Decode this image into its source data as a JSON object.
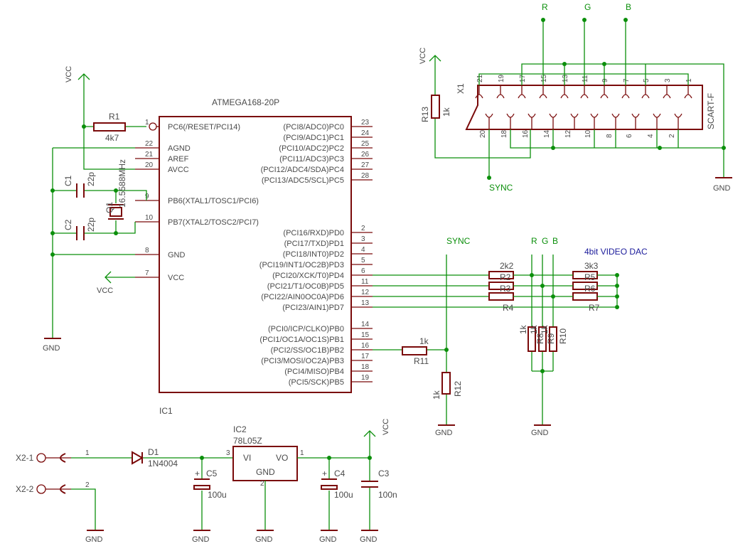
{
  "ic1": {
    "name": "IC1",
    "value": "ATMEGA168-20P",
    "pins_left": [
      {
        "num": "1",
        "label": "PC6(/RESET/PCI14)"
      },
      {
        "num": "22",
        "label": "AGND"
      },
      {
        "num": "21",
        "label": "AREF"
      },
      {
        "num": "20",
        "label": "AVCC"
      },
      {
        "num": "9",
        "label": "PB6(XTAL1/TOSC1/PCI6)"
      },
      {
        "num": "10",
        "label": "PB7(XTAL2/TOSC2/PCI7)"
      },
      {
        "num": "8",
        "label": "GND"
      },
      {
        "num": "7",
        "label": "VCC"
      }
    ],
    "pins_right": [
      {
        "num": "23",
        "label": "(PCI8/ADC0)PC0"
      },
      {
        "num": "24",
        "label": "(PCI9/ADC1)PC1"
      },
      {
        "num": "25",
        "label": "(PCI10/ADC2)PC2"
      },
      {
        "num": "26",
        "label": "(PCI11/ADC3)PC3"
      },
      {
        "num": "27",
        "label": "(PCI12/ADC4/SDA)PC4"
      },
      {
        "num": "28",
        "label": "(PCI13/ADC5/SCL)PC5"
      },
      {
        "num": "2",
        "label": "(PCI16/RXD)PD0"
      },
      {
        "num": "3",
        "label": "(PCI17/TXD)PD1"
      },
      {
        "num": "4",
        "label": "(PCI18/INT0)PD2"
      },
      {
        "num": "5",
        "label": "(PCI19/INT1/OC2B)PD3"
      },
      {
        "num": "6",
        "label": "(PCI20/XCK/T0)PD4"
      },
      {
        "num": "11",
        "label": "(PCI21/T1/OC0B)PD5"
      },
      {
        "num": "12",
        "label": "(PCI22/AIN0OC0A)PD6"
      },
      {
        "num": "13",
        "label": "(PCI23/AIN1)PD7"
      },
      {
        "num": "14",
        "label": "(PCI0/ICP/CLKO)PB0"
      },
      {
        "num": "15",
        "label": "(PCI1/OC1A/OC1S)PB1"
      },
      {
        "num": "16",
        "label": "(PCI2/SS/OC1B)PB2"
      },
      {
        "num": "17",
        "label": "(PCI3/MOSI/OC2A)PB3"
      },
      {
        "num": "18",
        "label": "(PCI4/MISO)PB4"
      },
      {
        "num": "19",
        "label": "(PCI5/SCK)PB5"
      }
    ]
  },
  "supply": {
    "vcc": "VCC",
    "gnd": "GND"
  },
  "r1": {
    "name": "R1",
    "value": "4k7"
  },
  "c1": {
    "name": "C1",
    "value": "22p"
  },
  "c2": {
    "name": "C2",
    "value": "22p"
  },
  "q1": {
    "name": "Q1",
    "value": "16.5588MHz"
  },
  "r11": {
    "name": "R11",
    "value": "1k"
  },
  "r12": {
    "name": "R12",
    "value": "1k"
  },
  "r13": {
    "name": "R13",
    "value": "1k"
  },
  "dac": {
    "title": "4bit VIDEO DAC",
    "sync": "SYNC",
    "r": "R",
    "g": "G",
    "b": "B",
    "r2k2": "2k2",
    "r2": "R2",
    "r3": "R3",
    "r4": "R4",
    "r3k3": "3k3",
    "r5": "R5",
    "r6": "R6",
    "r7": "R7",
    "r8": "R8",
    "r9": "R9",
    "r10": "R10",
    "vals": [
      "1k",
      "1k",
      "1k"
    ]
  },
  "x1": {
    "name": "X1",
    "value": "SCART-F",
    "top_pins": [
      "21",
      "19",
      "17",
      "15",
      "13",
      "11",
      "9",
      "7",
      "5",
      "3",
      "1"
    ],
    "bottom_pins": [
      "20",
      "18",
      "16",
      "14",
      "12",
      "10",
      "8",
      "6",
      "4",
      "2"
    ],
    "sync": "SYNC",
    "r": "R",
    "g": "G",
    "b": "B"
  },
  "power": {
    "x2_1": "X2-1",
    "x2_2": "X2-2",
    "pin1": "1",
    "pin2": "2",
    "d1": {
      "name": "D1",
      "value": "1N4004"
    },
    "ic2": {
      "name": "IC2",
      "value": "78L05Z",
      "vi": "VI",
      "vo": "VO",
      "gnd": "GND",
      "pin_in": "3",
      "pin_gnd": "2",
      "pin_out": "1"
    },
    "c5": {
      "name": "C5",
      "value": "100u"
    },
    "c4": {
      "name": "C4",
      "value": "100u"
    },
    "c3": {
      "name": "C3",
      "value": "100n"
    },
    "plus": "+"
  }
}
